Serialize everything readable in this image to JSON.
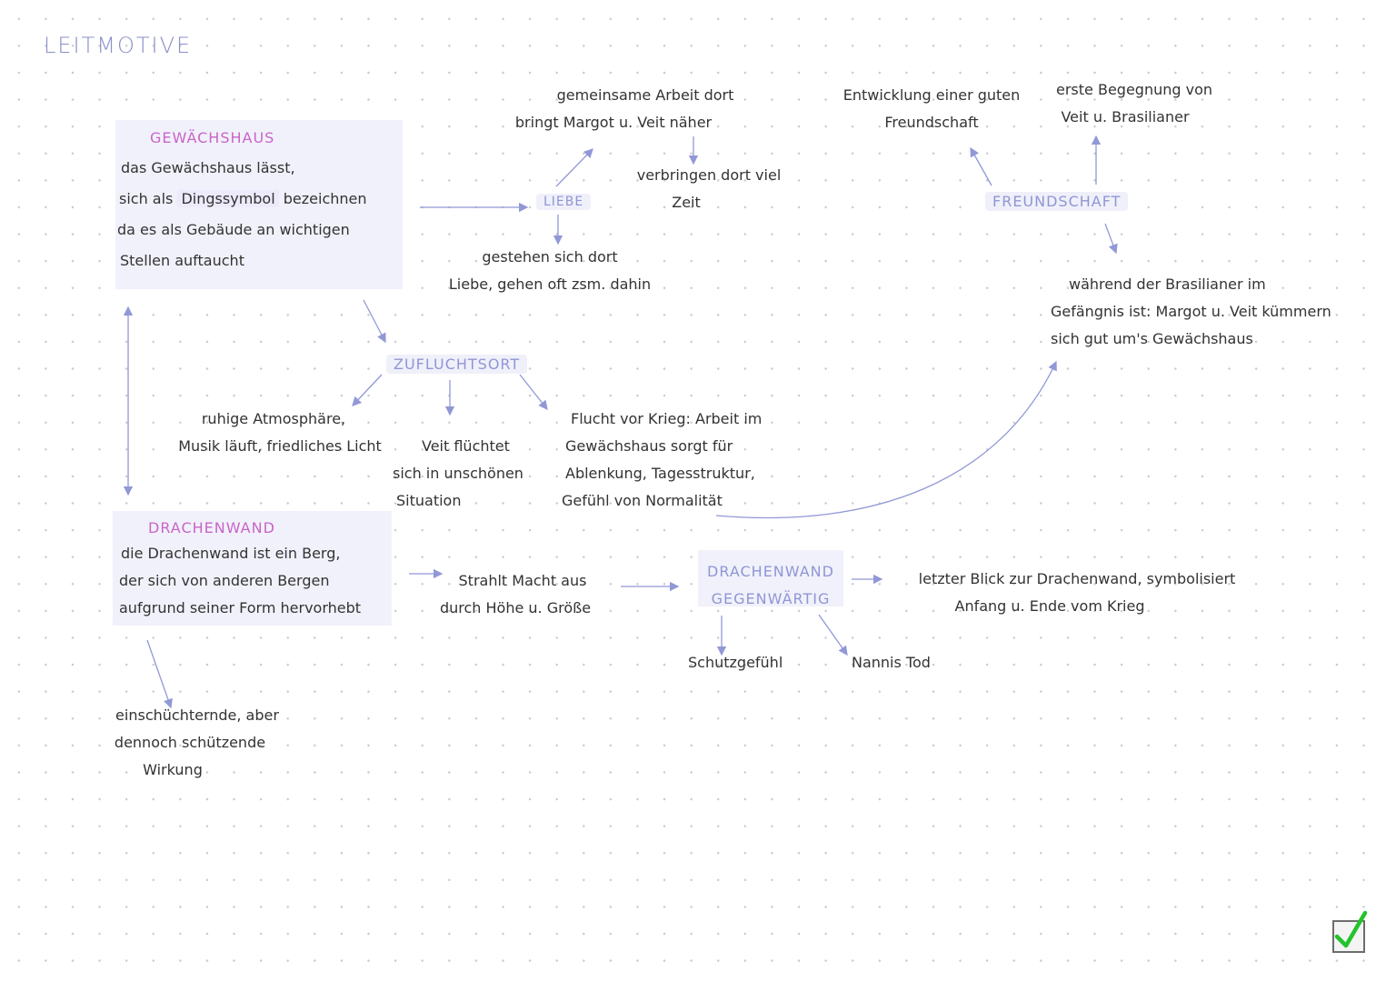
{
  "title": "LEITMOTIVE",
  "gewaechshaus": {
    "heading": "GEWÄCHSHAUS",
    "line1": "das Gewächshaus lässt,",
    "line2_pre": "sich als",
    "line2_mark": "Dingssymbol",
    "line2_post": "bezeichnen",
    "line3": "da es als Gebäude an wichtigen",
    "line4": "Stellen auftaucht"
  },
  "liebe": {
    "label": "LIEBE",
    "top_line1": "gemeinsame Arbeit dort",
    "top_line2": "bringt Margot u. Veit näher",
    "right_line1": "verbringen dort viel",
    "right_line2": "Zeit",
    "bottom_line1": "gestehen sich dort",
    "bottom_line2": "Liebe, gehen oft zsm. dahin"
  },
  "freundschaft": {
    "label": "FREUNDSCHAFT",
    "left_line1": "Entwicklung einer guten",
    "left_line2": "Freundschaft",
    "right_line1": "erste Begegnung von",
    "right_line2": "Veit u. Brasilianer",
    "bottom_line1": "während der Brasilianer im",
    "bottom_line2": "Gefängnis ist: Margot u. Veit kümmern",
    "bottom_line3": "sich gut um's Gewächshaus"
  },
  "zufluchtsort": {
    "label": "ZUFLUCHTSORT",
    "left_line1": "ruhige Atmosphäre,",
    "left_line2": "Musik läuft, friedliches Licht",
    "mid_line1": "Veit flüchtet",
    "mid_line2": "sich in unschönen",
    "mid_line3": "Situation",
    "right_line1": "Flucht vor Krieg: Arbeit im",
    "right_line2": "Gewächshaus sorgt für",
    "right_line3": "Ablenkung, Tagesstruktur,",
    "right_line4": "Gefühl von Normalität"
  },
  "drachenwand": {
    "heading": "DRACHENWAND",
    "line1": "die Drachenwand ist ein Berg,",
    "line2": "der sich von anderen Bergen",
    "line3": "aufgrund seiner Form hervorhebt",
    "below_line1": "einschüchternde, aber",
    "below_line2": "dennoch schützende",
    "below_line3": "Wirkung",
    "strahlt_line1": "Strahlt Macht aus",
    "strahlt_line2": "durch Höhe u. Größe"
  },
  "gegenwaertig": {
    "label_line1": "DRACHENWAND",
    "label_line2": "GEGENWÄRTIG",
    "right_line1": "letzter Blick zur Drachenwand, symbolisiert",
    "right_line2": "Anfang u. Ende vom Krieg",
    "bottom_left": "Schutzgefühl",
    "bottom_right": "Nannis Tod"
  },
  "colors": {
    "accent_blue": "#8f96d4",
    "accent_pink": "#c865c8",
    "box_fill": "#f1f1fb",
    "check_green": "#22c32b"
  },
  "icons": {
    "corner": "check-icon"
  }
}
